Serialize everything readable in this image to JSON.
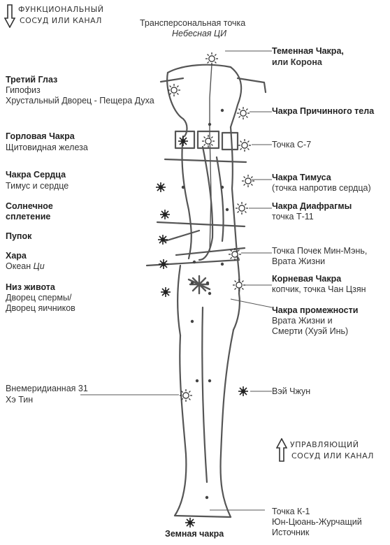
{
  "channels": {
    "functional": [
      "ФУНКЦИОНАЛЬНЫЙ",
      "СОСУД ИЛИ КАНАЛ"
    ],
    "governing": [
      "УПРАВЛЯЮЩИЙ",
      "СОСУД ИЛИ КАНАЛ"
    ]
  },
  "top": {
    "line1": "Трансперсональная точка",
    "line2": "Небесная ЦИ"
  },
  "left": {
    "third_eye": {
      "title": "Третий Глаз",
      "l1": "Гипофиз",
      "l2": "Хрустальный Дворец - Пещера Духа"
    },
    "throat": {
      "title": "Горловая Чакра",
      "l1": "Щитовидная железа"
    },
    "heart": {
      "title": "Чакра Сердца",
      "l1": "Тимус и сердце"
    },
    "solar": {
      "title1": "Солнечное",
      "title2": "сплетение"
    },
    "navel": {
      "title": "Пупок"
    },
    "hara": {
      "title": "Хара",
      "l1_prefix": "Океан ",
      "l1_italic": "Ци"
    },
    "lower_abdomen": {
      "title": "Низ живота",
      "l1": "Дворец спермы/",
      "l2": "Дворец яичников"
    },
    "extra_meridian": {
      "l1": "Внемеридианная 31",
      "l2": "Хэ Тин"
    },
    "earth": {
      "title": "Земная чакра"
    }
  },
  "right": {
    "crown": {
      "title1": "Теменная Чакра,",
      "title2": "или Корона"
    },
    "causal": {
      "title": "Чакра Причинного тела"
    },
    "c7": {
      "l1": "Точка С-7"
    },
    "thymus": {
      "title": "Чакра Тимуса",
      "l1": "(точка напротив сердца)"
    },
    "diaphragm": {
      "title": "Чакра Диафрагмы",
      "l1": "точка Т-11"
    },
    "kidneys": {
      "l1": "Точка Почек Мин-Мэнь,",
      "l2": "Врата Жизни"
    },
    "root": {
      "title": "Корневая Чакра",
      "l1": "копчик, точка Чан Цзян"
    },
    "perineum": {
      "title": "Чакра промежности",
      "l1": "Врата Жизни и",
      "l2": "Смерти (Хуэй Инь)"
    },
    "wei_zhong": {
      "l1": "Вэй Чжун"
    },
    "k1": {
      "l1": "Точка К-1",
      "l2": "Юн-Цюань-Журчащий",
      "l3": "Источник"
    }
  },
  "icons": {
    "down_arrow": "arrow-down-icon",
    "up_arrow": "arrow-up-icon",
    "sun": "sun-icon",
    "star": "star-icon"
  }
}
